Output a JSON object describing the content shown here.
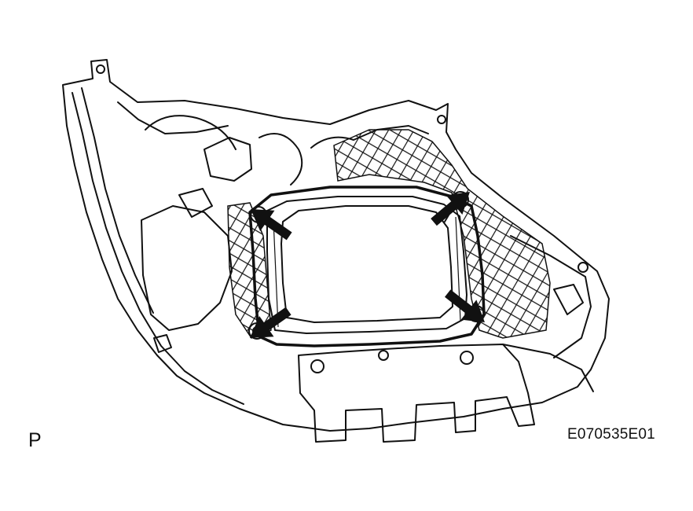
{
  "view_label": "P",
  "figure_code": "E070535E01",
  "colors": {
    "ink": "#111111",
    "background": "#ffffff"
  },
  "callouts": {
    "arrow_count": 4,
    "icon": "arrow-icon",
    "points_to": "bolt-icon"
  }
}
